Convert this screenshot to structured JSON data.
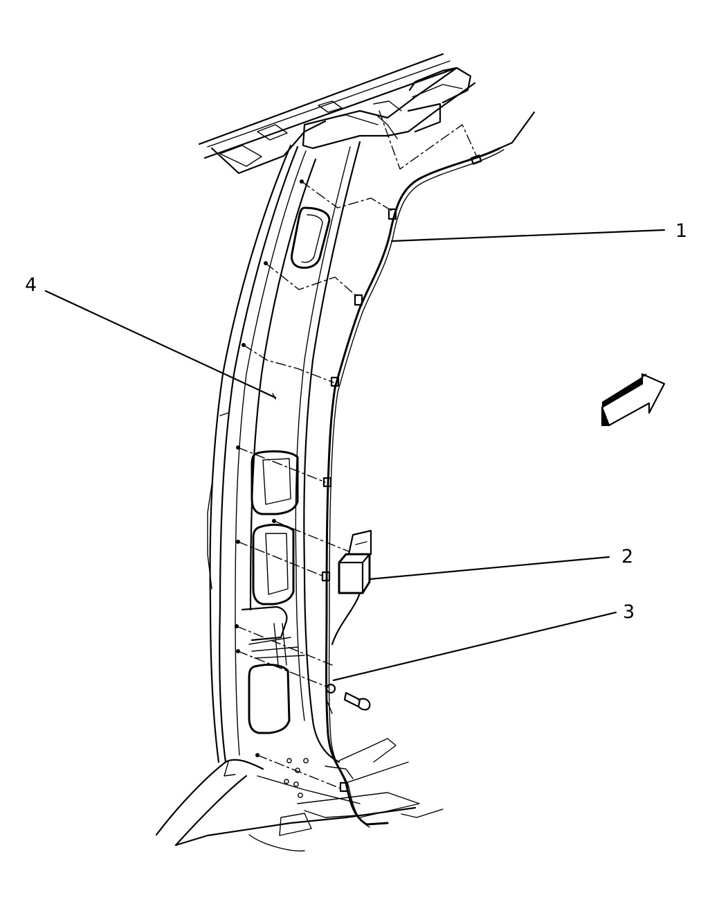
{
  "diagram": {
    "callouts": [
      {
        "id": "1",
        "label": "1"
      },
      {
        "id": "2",
        "label": "2"
      },
      {
        "id": "3",
        "label": "3"
      },
      {
        "id": "4",
        "label": "4"
      }
    ],
    "icons": {
      "direction_arrow": "front-direction-arrow-icon"
    }
  }
}
